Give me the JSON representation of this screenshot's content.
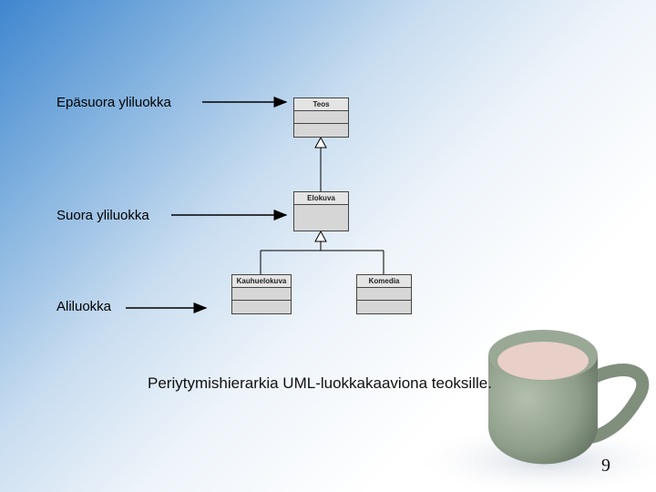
{
  "labels": {
    "indirect_superclass": "Epäsuora yliluokka",
    "direct_superclass": "Suora yliluokka",
    "subclass": "Aliluokka"
  },
  "classes": {
    "teos": "Teos",
    "elokuva": "Elokuva",
    "kauhuelokuva": "Kauhuelokuva",
    "komedia": "Komedia"
  },
  "caption": "Periytymishierarkia UML-luokkakaaviona teoksille.",
  "page_number": "9",
  "colors": {
    "class_fill": "#d6d6d6",
    "class_border": "#444444",
    "mug": "#8a9a86",
    "drink": "#e8cfc8"
  }
}
